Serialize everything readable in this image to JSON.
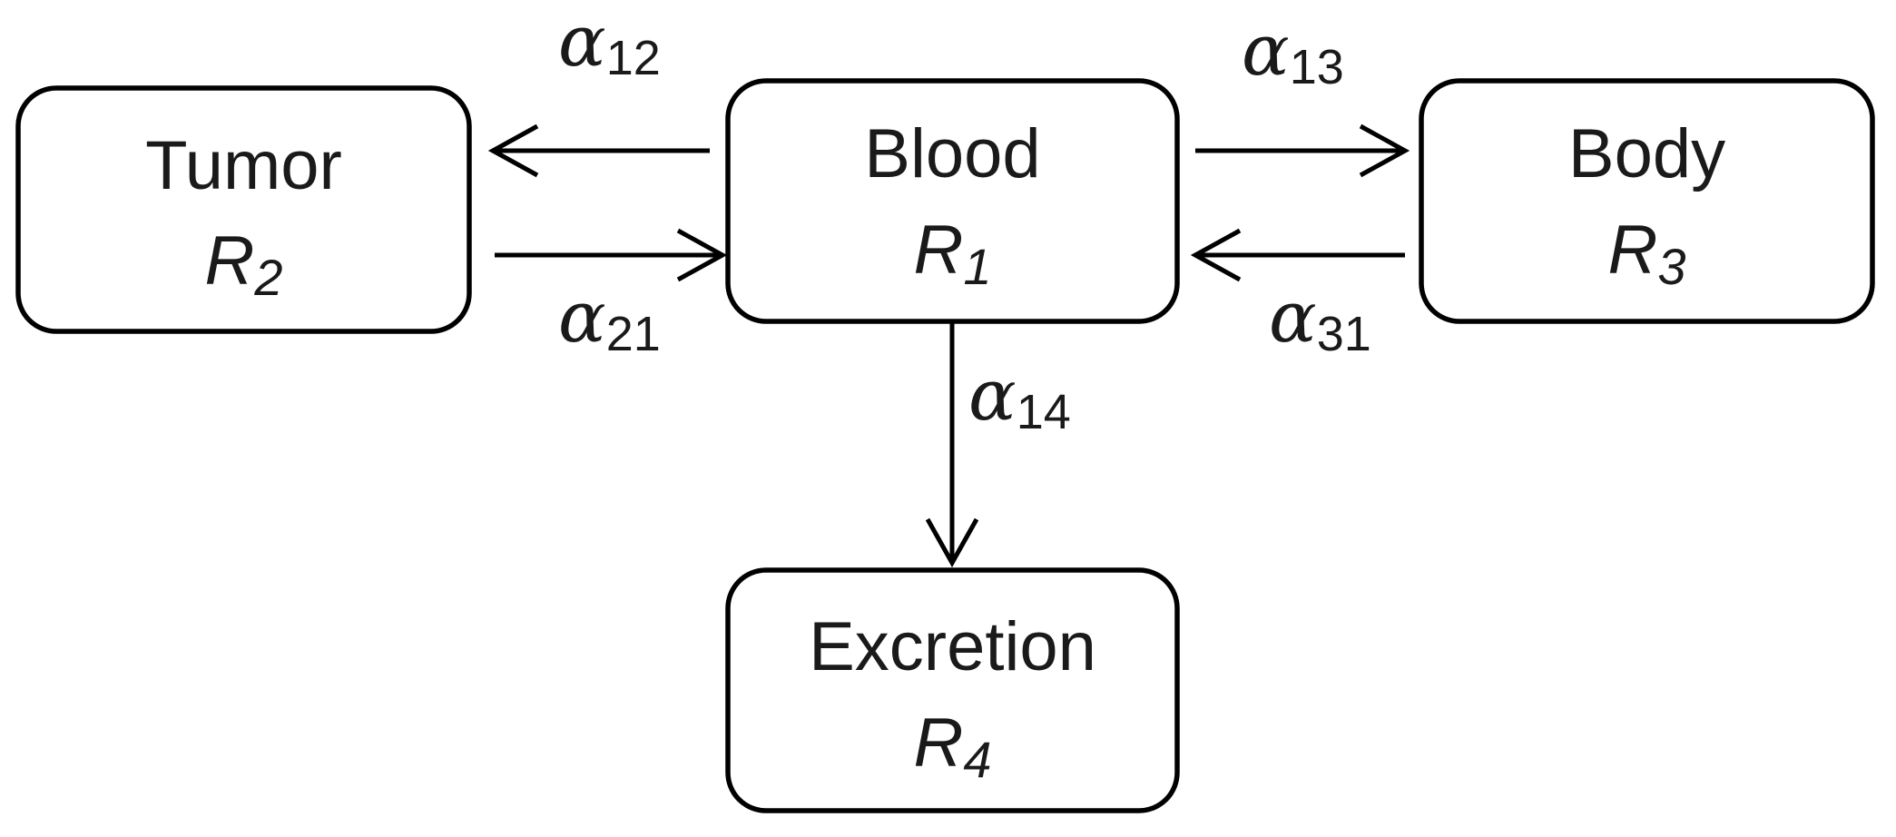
{
  "compartments": {
    "tumor": {
      "name": "Tumor",
      "var": "R",
      "var_sub": "2"
    },
    "blood": {
      "name": "Blood",
      "var": "R",
      "var_sub": "1"
    },
    "body": {
      "name": "Body",
      "var": "R",
      "var_sub": "3"
    },
    "excretion": {
      "name": "Excretion",
      "var": "R",
      "var_sub": "4"
    }
  },
  "rates": {
    "a12": {
      "symbol": "α",
      "sub": "12"
    },
    "a21": {
      "symbol": "α",
      "sub": "21"
    },
    "a13": {
      "symbol": "α",
      "sub": "13"
    },
    "a31": {
      "symbol": "α",
      "sub": "31"
    },
    "a14": {
      "symbol": "α",
      "sub": "14"
    }
  },
  "flows": [
    {
      "from": "blood",
      "to": "tumor",
      "rate": "a12"
    },
    {
      "from": "tumor",
      "to": "blood",
      "rate": "a21"
    },
    {
      "from": "blood",
      "to": "body",
      "rate": "a13"
    },
    {
      "from": "body",
      "to": "blood",
      "rate": "a31"
    },
    {
      "from": "blood",
      "to": "excretion",
      "rate": "a14"
    }
  ]
}
